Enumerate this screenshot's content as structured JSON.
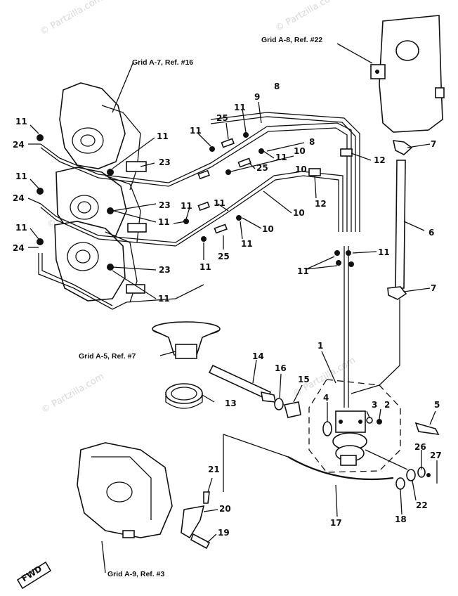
{
  "watermark": "© Partzilla.com",
  "fwd_label": "FWD",
  "grid_refs": {
    "a7": "Grid A-7, Ref. #16",
    "a8": "Grid A-8, Ref. #22",
    "a5": "Grid A-5, Ref. #7",
    "a9": "Grid A-9, Ref. #3"
  },
  "callouts": {
    "c1": "1",
    "c2": "2",
    "c3": "3",
    "c4": "4",
    "c5": "5",
    "c6": "6",
    "c7a": "7",
    "c7b": "7",
    "c8a": "8",
    "c8b": "8",
    "c9": "9",
    "c10a": "10",
    "c10b": "10",
    "c10c": "10",
    "c10d": "10",
    "c11a": "11",
    "c11b": "11",
    "c11c": "11",
    "c11d": "11",
    "c11e": "11",
    "c11f": "11",
    "c11g": "11",
    "c11h": "11",
    "c11i": "11",
    "c11j": "11",
    "c11k": "11",
    "c11l": "11",
    "c11m": "11",
    "c11n": "11",
    "c11o": "11",
    "c12a": "12",
    "c12b": "12",
    "c13": "13",
    "c14": "14",
    "c15": "15",
    "c16": "16",
    "c17": "17",
    "c18": "18",
    "c19": "19",
    "c20": "20",
    "c21": "21",
    "c22": "22",
    "c23a": "23",
    "c23b": "23",
    "c23c": "23",
    "c24a": "24",
    "c24b": "24",
    "c24c": "24",
    "c25a": "25",
    "c25b": "25",
    "c25c": "25",
    "c26": "26",
    "c27": "27"
  }
}
